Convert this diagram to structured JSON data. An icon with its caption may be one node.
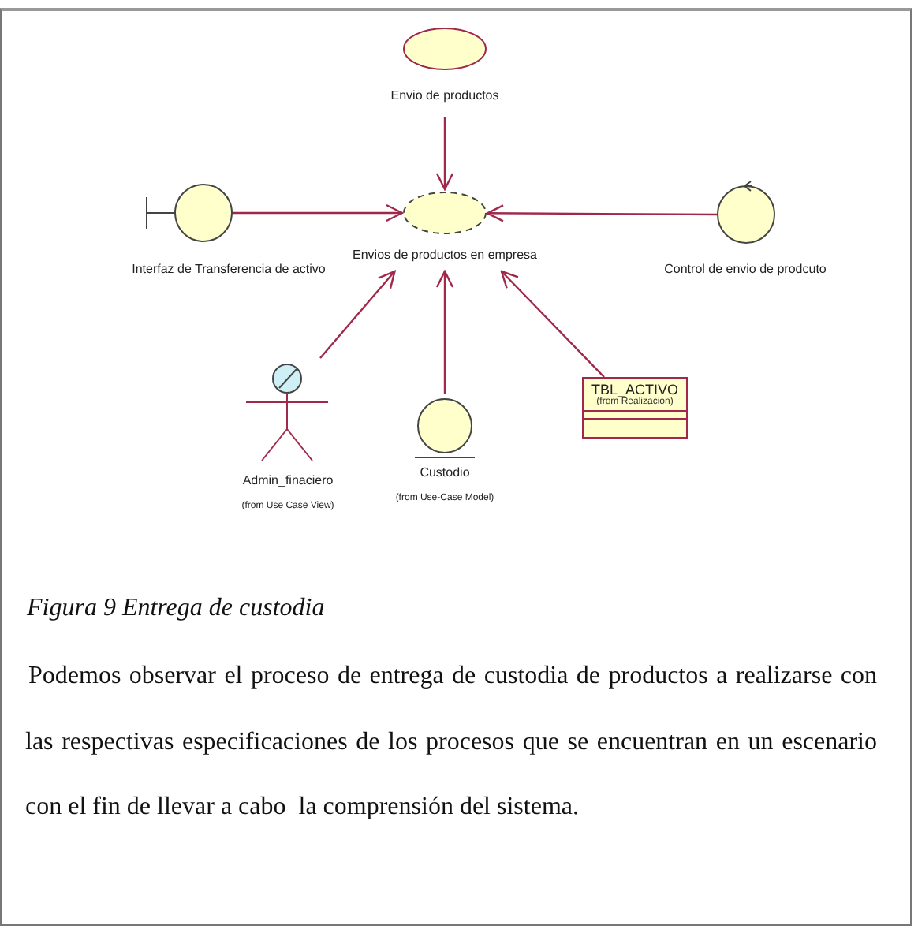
{
  "diagram": {
    "caption": "Figura 9 Entrega de custodia",
    "nodes": [
      {
        "text": [
          "Envio de productos"
        ]
      },
      {
        "text": [
          "Envios de productos en empresa"
        ]
      },
      {
        "text": [
          "Interfaz de Transferencia de activo"
        ]
      },
      {
        "text": [
          "Control de envio de prodcuto"
        ]
      },
      {
        "text": [
          "Admin_finaciero"
        ],
        "beside": [
          "(from Use Case View)"
        ]
      },
      {
        "text": [
          "Custodio"
        ],
        "beside": [
          "(from Use-Case Model)"
        ]
      },
      {
        "text": [
          "TBL_ACTIVO",
          "(from Realizacion)"
        ]
      }
    ],
    "edges": [
      {
        "from": 0,
        "to": 1,
        "arrow": "to"
      },
      {
        "from": 2,
        "to": 1,
        "arrow": "to"
      },
      {
        "from": 3,
        "to": 1,
        "arrow": "to"
      },
      {
        "from": 4,
        "to": 1,
        "arrow": "to"
      },
      {
        "from": 5,
        "to": 1,
        "arrow": "to"
      },
      {
        "from": 6,
        "to": 1,
        "arrow": "to"
      }
    ],
    "labels": [
      "Podemos observar el proceso de entrega de custodia de productos a realizarse con las respectivas especificaciones de los procesos que se encuentran en un escenario con el fin de llevar a cabo  la comprensión del sistema."
    ]
  }
}
